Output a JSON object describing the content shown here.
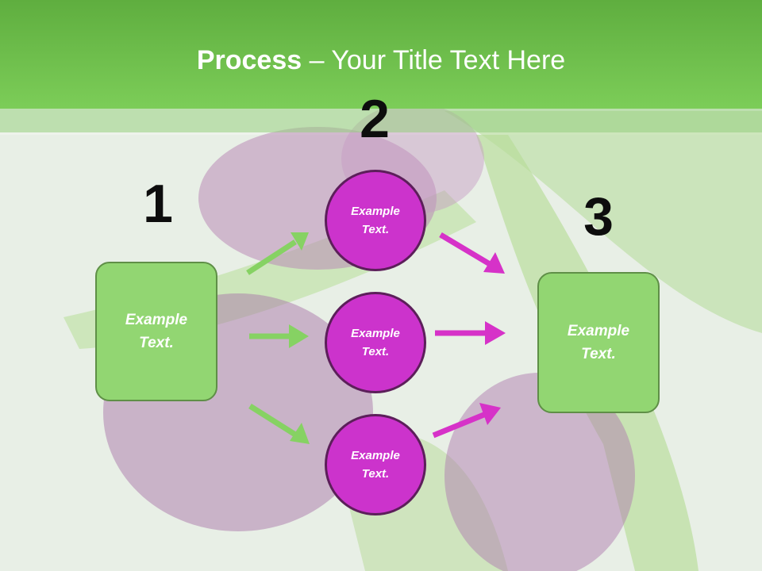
{
  "title": {
    "bold": "Process",
    "rest": " – Your Title Text Here"
  },
  "steps": {
    "one": "1",
    "two": "2",
    "three": "3"
  },
  "left_box": {
    "text": "Example\nText."
  },
  "right_box": {
    "text": "Example\nText."
  },
  "circles": [
    {
      "text": "Example\nText."
    },
    {
      "text": "Example\nText."
    },
    {
      "text": "Example\nText."
    }
  ],
  "colors": {
    "title_bar": "#7ccd58",
    "green_box": "#92d672",
    "magenta_circle": "#cc33cc",
    "green_arrow": "#86d263",
    "magenta_arrow": "#d632c8"
  }
}
